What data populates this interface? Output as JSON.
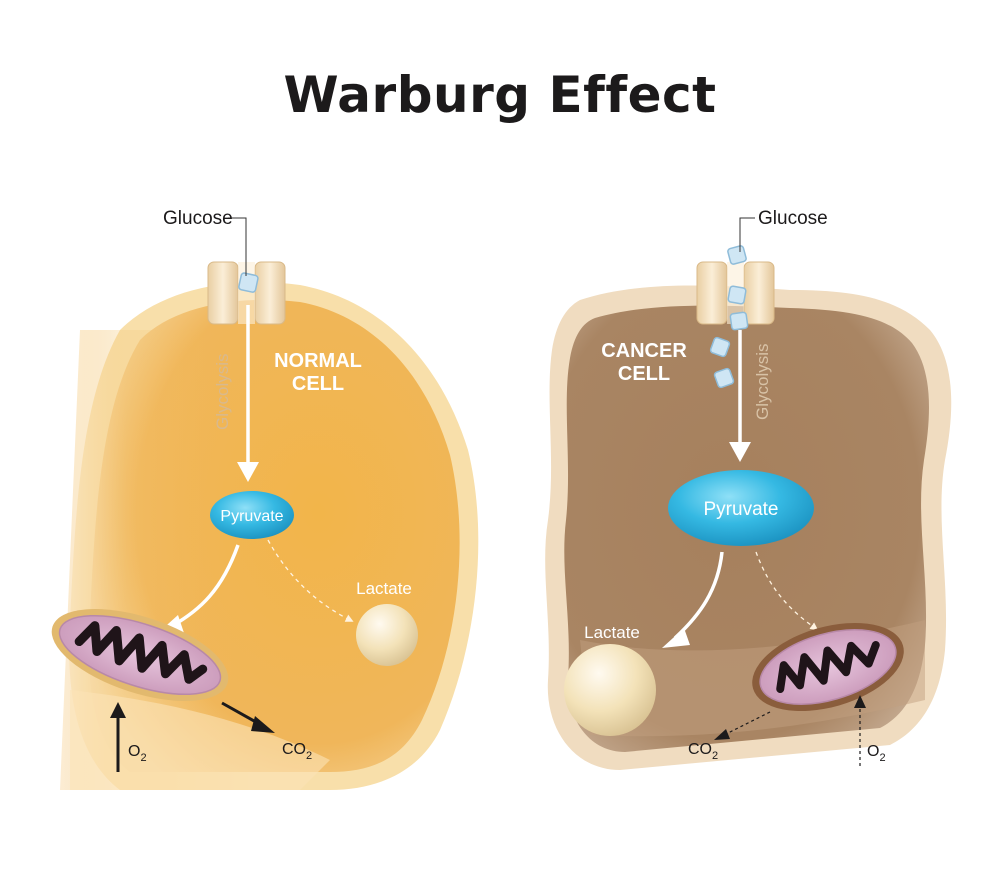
{
  "title": "Warburg Effect",
  "normal_cell": {
    "label_line1": "NORMAL",
    "label_line2": "CELL",
    "glucose": "Glucose",
    "glycolysis": "Glycolysis",
    "pyruvate": "Pyruvate",
    "lactate": "Lactate",
    "o2": "O",
    "co2": "CO",
    "subscript": "2"
  },
  "cancer_cell": {
    "label_line1": "CANCER",
    "label_line2": "CELL",
    "glucose": "Glucose",
    "glycolysis": "Glycolysis",
    "pyruvate": "Pyruvate",
    "lactate": "Lactate",
    "o2": "O",
    "co2": "CO",
    "subscript": "2"
  },
  "colors": {
    "normal_cytoplasm": "#f2b54a",
    "normal_membrane": "#f8dfaa",
    "cancer_cytoplasm": "#a6805d",
    "cancer_membrane": "#f0dcc0",
    "pyruvate": "#35b9e3",
    "lactate": "#f3e2b8",
    "mitochondria_outer": "#d6a7c6",
    "mitochondria_inner": "#1f1419"
  }
}
